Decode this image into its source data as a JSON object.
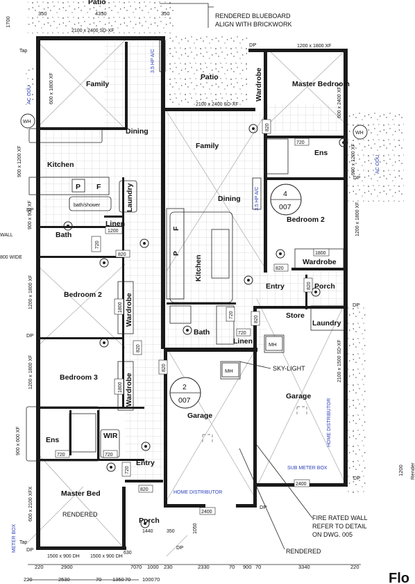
{
  "rooms": {
    "patio_left": "Patio",
    "family_left": "Family",
    "dining_left": "Dining",
    "kitchen_left": "Kitchen",
    "laundry_left": "Laundry",
    "linen_left": "Linen",
    "bath_left": "Bath",
    "bedroom2_left": "Bedroom 2",
    "wardrobe_b2_left": "Wardrobe",
    "bedroom3_left": "Bedroom 3",
    "wardrobe_b3_left": "Wardrobe",
    "ens_left": "Ens",
    "wir_left": "WIR",
    "entry_left": "Entry",
    "master_bed_left": "Master Bed",
    "porch_left": "Porch",
    "garage_left": "Garage",
    "patio_right": "Patio",
    "wardrobe_master_right": "Wardrobe",
    "master_bedroom_right": "Master Bedroom",
    "ens_right": "Ens",
    "family_right": "Family",
    "dining_right": "Dining",
    "kitchen_right": "Kitchen",
    "bedroom2_right": "Bedroom 2",
    "wardrobe_b2_right": "Wardrobe",
    "entry_right": "Entry",
    "porch_right": "Porch",
    "store_right": "Store",
    "laundry_right": "Laundry",
    "bath_right": "Bath",
    "linen_right": "Linen",
    "garage_right": "Garage"
  },
  "fixtures": {
    "bath_shower": "bath/shower",
    "p": "P",
    "f": "F",
    "wh": "WH",
    "ac_odu": "AC ODU",
    "mh": "MH",
    "tap": "Tap",
    "dp": "DP",
    "home_distributor": "HOME DISTRIBUTOR",
    "sub_meter_box": "SUB METER BOX",
    "meter_box": "METER BOX",
    "hp_ac": "3.5 HP A/C"
  },
  "markers": {
    "unit_right_no": "4",
    "unit_right_code": "007",
    "unit_left_no": "2",
    "unit_left_code": "007"
  },
  "annotations": {
    "rendered_blueboard": "RENDERED BLUEBOARD",
    "align_brickwork": "ALIGN WITH BRICKWORK",
    "rendered_left": "RENDERED",
    "sky_light": "SKY-LIGHT",
    "fire_rated_1": "FIRE RATED WALL",
    "fire_rated_2": "REFER TO DETAIL",
    "fire_rated_3": "ON DWG. 005",
    "rendered_bottom": "RENDERED",
    "render_side": "Render",
    "title_fragment": "Flo"
  },
  "dimensions": {
    "d350a": "350",
    "d4350": "4350",
    "d350b": "350",
    "d1700": "1700",
    "win_patio_left": "2100 x 2400 SD-XF",
    "win_family_left": "600 x 1800 XF",
    "win_kitchen_left": "900 x 1200 XF",
    "win_bath_left": "900 x 900 XF",
    "win_bed2_left": "1200 x 1800 XF",
    "win_bed3_left": "1200 x 1800 XF",
    "win_ens_left": "900 x 600 XF",
    "win_master_left": "600 x 2100 XFX",
    "win_bottom_1": "1500 x 900 DH",
    "win_bottom_2": "1500 x 900 DH",
    "win_patio_right": "2100 x 2400 SD-XF",
    "win_master_top": "1200 x 1800 XF",
    "win_master_side": "600 x 2400 XFX",
    "win_ens_right": "900 x 1200 XF",
    "win_bed2_right": "1200 x 1800 XF",
    "win_garage_right": "2100 x 1500 SD-XF",
    "door_820": "820",
    "door_720": "720",
    "door_1200": "1200",
    "door_1800": "1800",
    "door_2400": "2400",
    "porch_1440": "1440",
    "porch_350": "350",
    "porch_1050": "1050",
    "side_1200": "1200",
    "wall_label": "WALL",
    "wide_label": "800 WIDE",
    "bottom_run": [
      "220",
      "2900",
      "70",
      "70",
      "1000",
      "230",
      "2330",
      "70",
      "900",
      "70",
      "3340",
      "220"
    ],
    "bottom_run2": [
      "220",
      "2530",
      "70",
      "1350",
      "70",
      "1000",
      "70"
    ],
    "d630": "630"
  }
}
